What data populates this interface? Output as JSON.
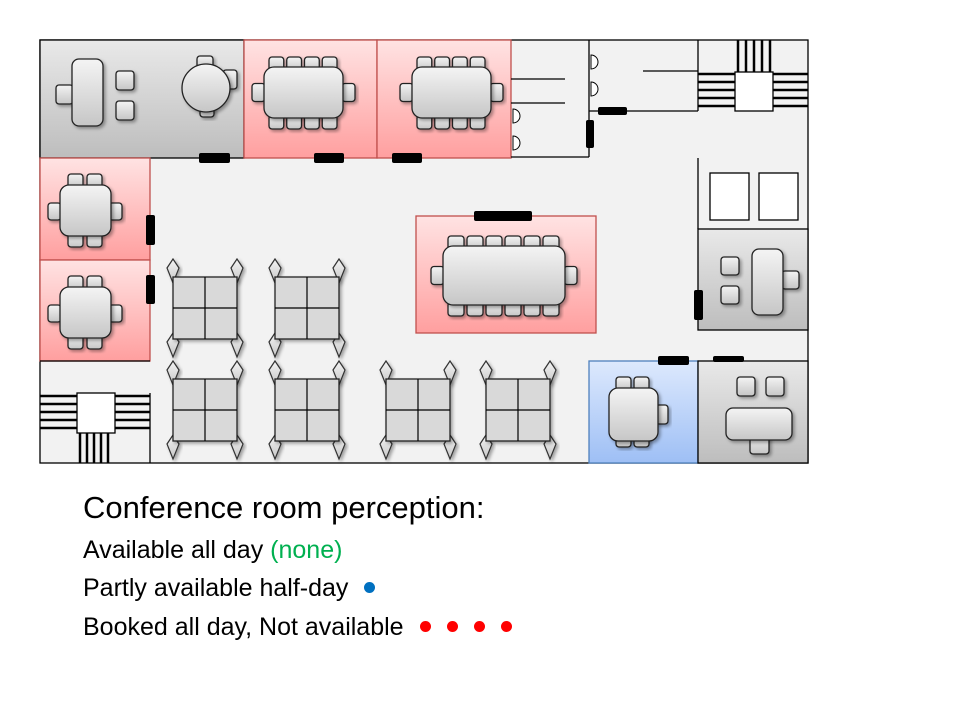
{
  "legend": {
    "title": "Conference room perception:",
    "items": [
      {
        "label": "Available all day",
        "note": "(none)",
        "note_color": "#00b050",
        "dots": 0,
        "dot_color": ""
      },
      {
        "label": "Partly available half-day",
        "note": "",
        "note_color": "",
        "dots": 1,
        "dot_color": "#0070c0"
      },
      {
        "label": "Booked all day, Not available",
        "note": "",
        "note_color": "",
        "dots": 4,
        "dot_color": "#ff0000"
      }
    ]
  },
  "colors": {
    "booked_room": "#ff9f9f",
    "partly_available_room": "#9ebff5",
    "other_room": "#c0c0c0",
    "floor": "#f2f2f2"
  }
}
